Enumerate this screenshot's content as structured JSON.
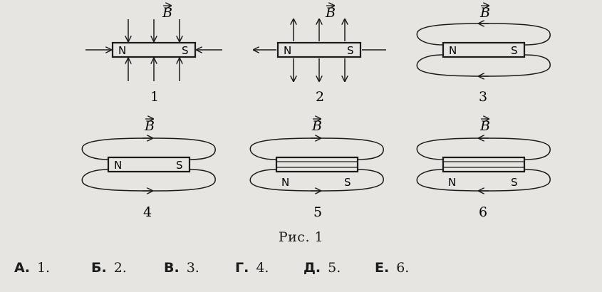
{
  "field_symbol": "B",
  "pole_n": "N",
  "pole_s": "S",
  "figure_caption": "Рис. 1",
  "panels": [
    {
      "number": "1",
      "type": "arrows-in",
      "poles": true
    },
    {
      "number": "2",
      "type": "arrows-out",
      "poles": true
    },
    {
      "number": "3",
      "type": "loops-left",
      "poles": "inside"
    },
    {
      "number": "4",
      "type": "loops-right",
      "poles": "inside"
    },
    {
      "number": "5",
      "type": "loops-right",
      "poles": "below"
    },
    {
      "number": "6",
      "type": "loops-left",
      "poles": "below"
    }
  ],
  "answers": [
    {
      "letter": "А.",
      "value": "1."
    },
    {
      "letter": "Б.",
      "value": "2."
    },
    {
      "letter": "В.",
      "value": "3."
    },
    {
      "letter": "Г.",
      "value": "4."
    },
    {
      "letter": "Д.",
      "value": "5."
    },
    {
      "letter": "Е.",
      "value": "6."
    }
  ]
}
